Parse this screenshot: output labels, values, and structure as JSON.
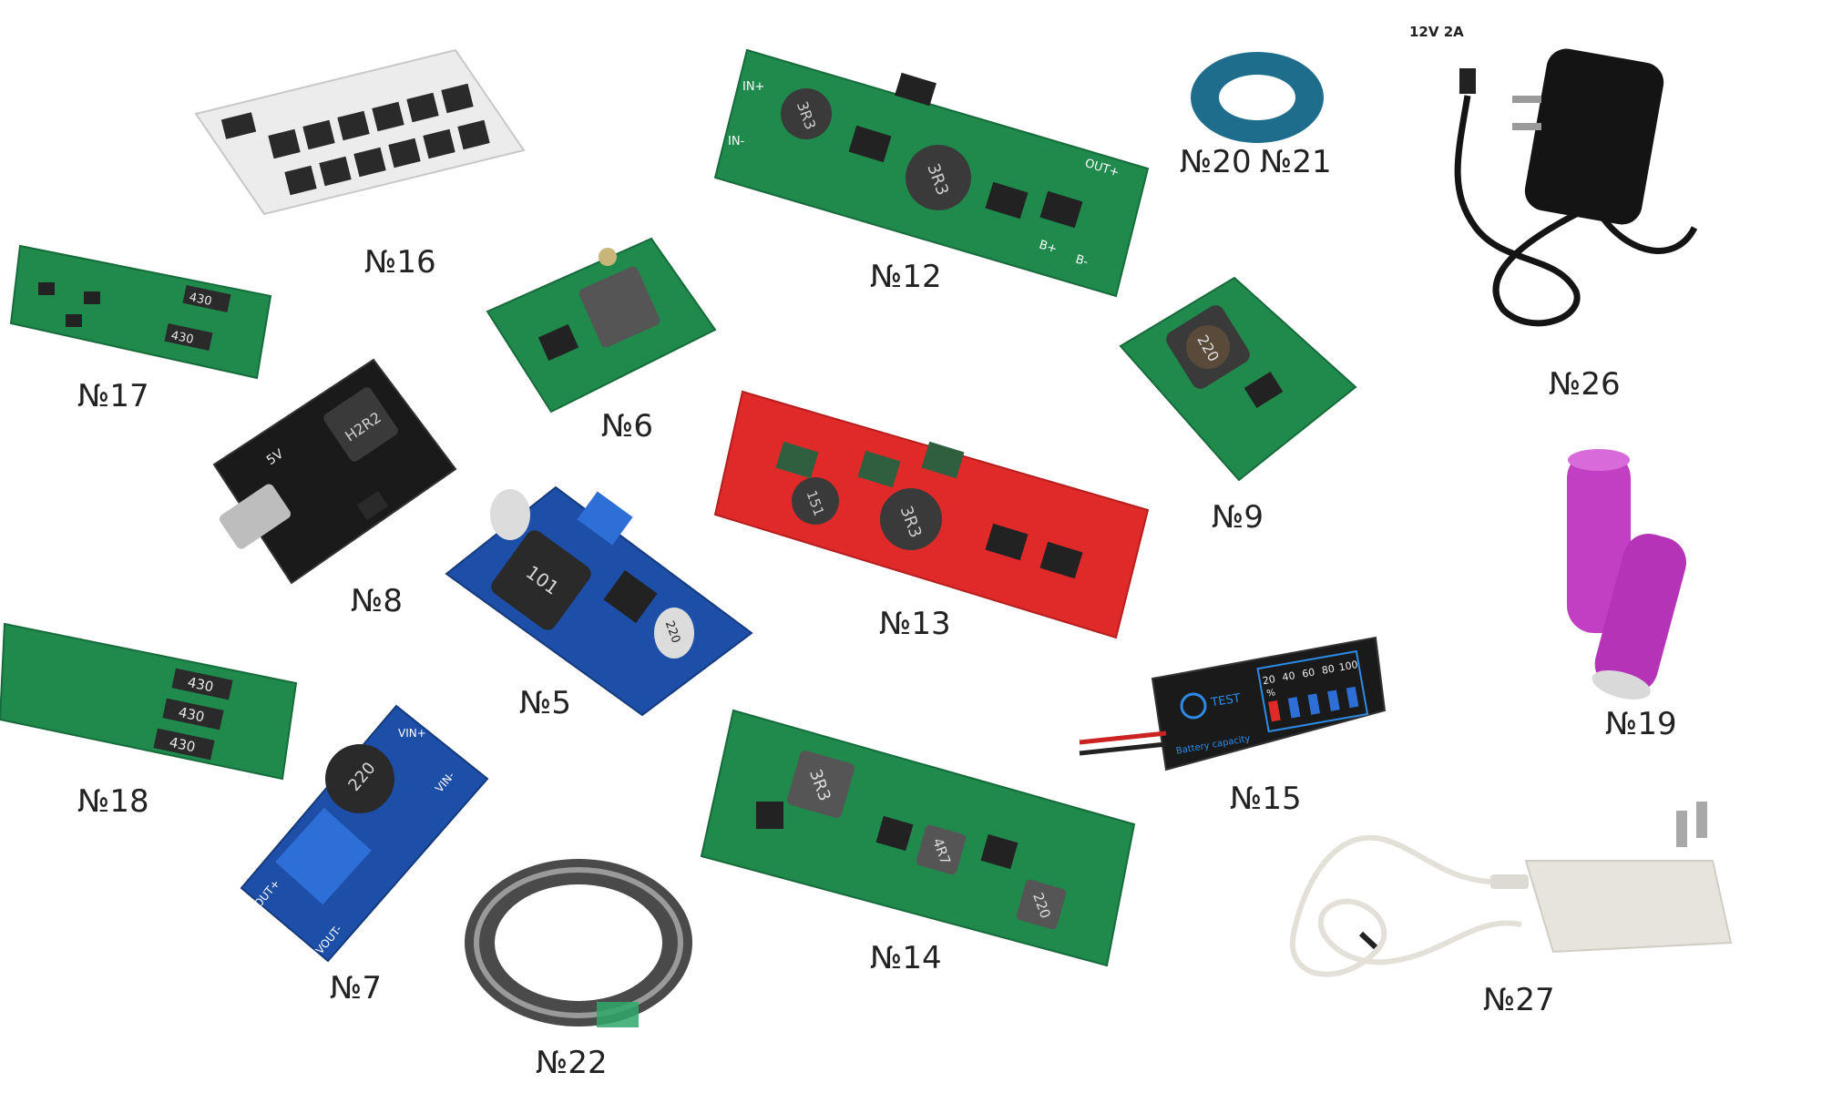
{
  "colors": {
    "pcb_green": "#1f8a4c",
    "pcb_red": "#e02a2a",
    "pcb_blue": "#1d4fa8",
    "pcb_black": "#1a1a1a",
    "pcb_white": "#ececec",
    "trim_blue": "#2d6fd6",
    "battery_purple": "#c23fc4",
    "washer_teal": "#1f6d8c",
    "adapter_black": "#141414",
    "adapter_white": "#e6e4dc"
  },
  "adapter_spec": "12V 2A",
  "labels": {
    "n16": "№16",
    "n17": "№17",
    "n6": "№6",
    "n8": "№8",
    "n5": "№5",
    "n18": "№18",
    "n7": "№7",
    "n22": "№22",
    "n12": "№12",
    "n13": "№13",
    "n14": "№14",
    "n20": "№20",
    "n21": "№21",
    "n9": "№9",
    "n15": "№15",
    "n26": "№26",
    "n19": "№19",
    "n27": "№27"
  },
  "boards": {
    "n17_marks": [
      "430",
      "430"
    ],
    "n18_marks": [
      "430",
      "430",
      "430"
    ],
    "n8_marks": {
      "inductor": "H2R2",
      "port": "5V"
    },
    "n5_marks": {
      "inductor": "101",
      "cap": "220"
    },
    "n7_marks": {
      "inductor": "220",
      "vin_plus": "VIN+",
      "vin_minus": "VIN-",
      "vout_plus": "VOUT+",
      "vout_minus": "VOUT-"
    },
    "n12_marks": {
      "ind1": "3R3",
      "ind2": "3R3",
      "in_plus": "IN+",
      "in_minus": "IN-",
      "out_plus": "OUT+",
      "b_plus": "B+",
      "b_minus": "B-"
    },
    "n13_marks": {
      "ind1": "151",
      "ind2": "3R3"
    },
    "n14_marks": {
      "ind1": "3R3",
      "ind2": "4R7",
      "ind3": "220"
    },
    "n9_marks": {
      "inductor": "220"
    },
    "n15_marks": {
      "test": "TEST",
      "caption": "Battery capacity",
      "levels": [
        "20",
        "40",
        "60",
        "80",
        "100"
      ],
      "pct": "%"
    }
  }
}
